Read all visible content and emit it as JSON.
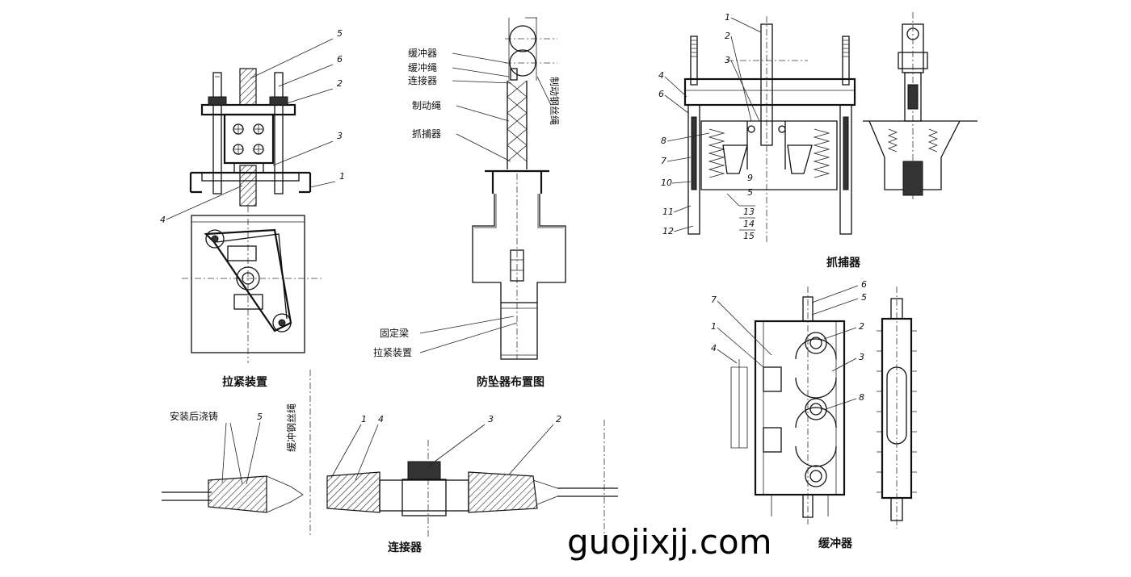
{
  "captions": {
    "tensioner": "拉紧装置",
    "layout": "防坠器布置图",
    "catcher": "抓捕器",
    "connector": "连接器",
    "buffer": "缓冲器"
  },
  "layout_labels": {
    "buffer": "缓冲器",
    "buffer_rope": "缓冲绳",
    "connector": "连接器",
    "brake_rope": "制动绳",
    "catcher": "抓捕器",
    "fixed_beam": "固定梁",
    "tensioner": "拉紧装置",
    "vertical_rope": "制动钢丝绳"
  },
  "connector_labels": {
    "cast_after_install": "安装后浇铸",
    "vertical_rope": "缓冲钢丝绳"
  },
  "tensioner_numbers": [
    "5",
    "6",
    "2",
    "3",
    "1",
    "4"
  ],
  "catcher_numbers": [
    "1",
    "2",
    "3",
    "4",
    "6",
    "8",
    "7",
    "10",
    "11",
    "12",
    "9",
    "5",
    "13",
    "14",
    "15"
  ],
  "buffer_numbers": [
    "6",
    "5",
    "7",
    "1",
    "2",
    "4",
    "3",
    "8"
  ],
  "connector_numbers": [
    "1",
    "4",
    "3",
    "2",
    "5"
  ],
  "watermark": "guojixjj.com"
}
